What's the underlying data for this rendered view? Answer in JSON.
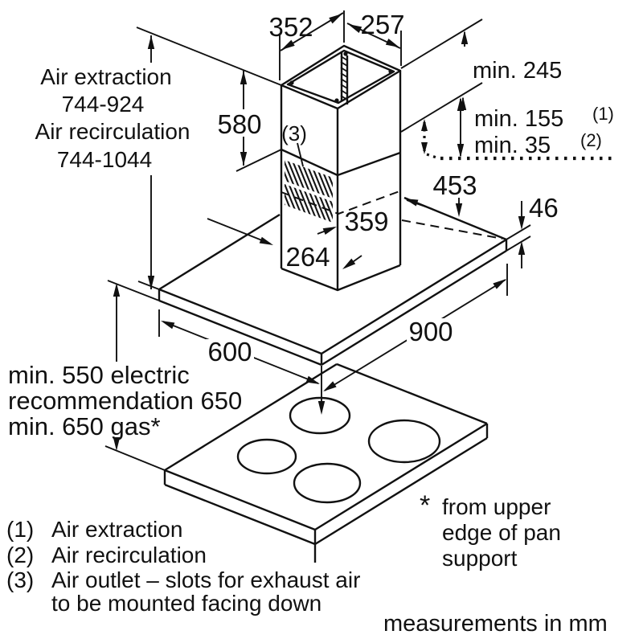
{
  "diagram": {
    "left_labels": {
      "air_extraction": "Air extraction",
      "air_extraction_range": "744-924",
      "air_recirculation": "Air recirculation",
      "air_recirculation_range": "744-1044"
    },
    "dims": {
      "top_width": "352",
      "top_depth": "257",
      "chimney_height": "580",
      "min_ceiling": "min. 245",
      "min_extraction": "min. 155",
      "min_extraction_ref": "(1)",
      "min_recirc": "min. 35",
      "min_recirc_ref": "(2)",
      "diag_453": "453",
      "diag_359": "359",
      "diag_264": "264",
      "canopy_thickness": "46",
      "canopy_depth": "600",
      "canopy_width": "900",
      "outlet_ref": "(3)"
    },
    "clearance": {
      "line1": "min. 550 electric",
      "line2": "recommendation 650",
      "line3": "min. 650 gas*"
    },
    "legend": {
      "ref1": "(1)",
      "item1": "Air extraction",
      "ref2": "(2)",
      "item2": "Air recirculation",
      "ref3": "(3)",
      "item3": "Air outlet – slots for exhaust air",
      "item3b": "to be mounted facing down"
    },
    "footnote": {
      "star": "*",
      "line1": "from upper",
      "line2": "edge of pan",
      "line3": "support"
    },
    "note": "measurements in mm"
  }
}
